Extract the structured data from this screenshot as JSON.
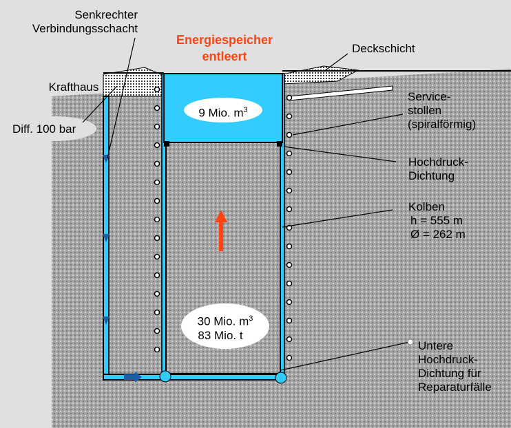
{
  "title": {
    "line1": "Energiespeicher",
    "line2": "entleert"
  },
  "labels": {
    "shaft": {
      "line1": "Senkrechter",
      "line2": "Verbindungsschacht"
    },
    "cover": "Deckschicht",
    "powerhouse": "Krafthaus",
    "pressure": "Diff. 100 bar",
    "service": {
      "line1": "Service-",
      "line2": "stollen",
      "line3": "(spiralförmig)"
    },
    "seal": {
      "line1": "Hochdruck-",
      "line2": "Dichtung"
    },
    "piston": {
      "line1": "Kolben",
      "line2": "h = 555 m",
      "line3": "Ø = 262 m"
    },
    "lower_seal": {
      "line1": "Untere",
      "line2": "Hochdruck-",
      "line3": "Dichtung für",
      "line4": "Reparaturfälle"
    }
  },
  "water_volume": {
    "value": "9 Mio. m",
    "exp": "3"
  },
  "piston_volume": {
    "value": "30 Mio. m",
    "exp": "3",
    "mass": "83 Mio. t"
  },
  "colors": {
    "water": "#33ccff",
    "title": "#ff4411",
    "powerhouse": "#fac999",
    "flow": "#1a5fa8"
  }
}
